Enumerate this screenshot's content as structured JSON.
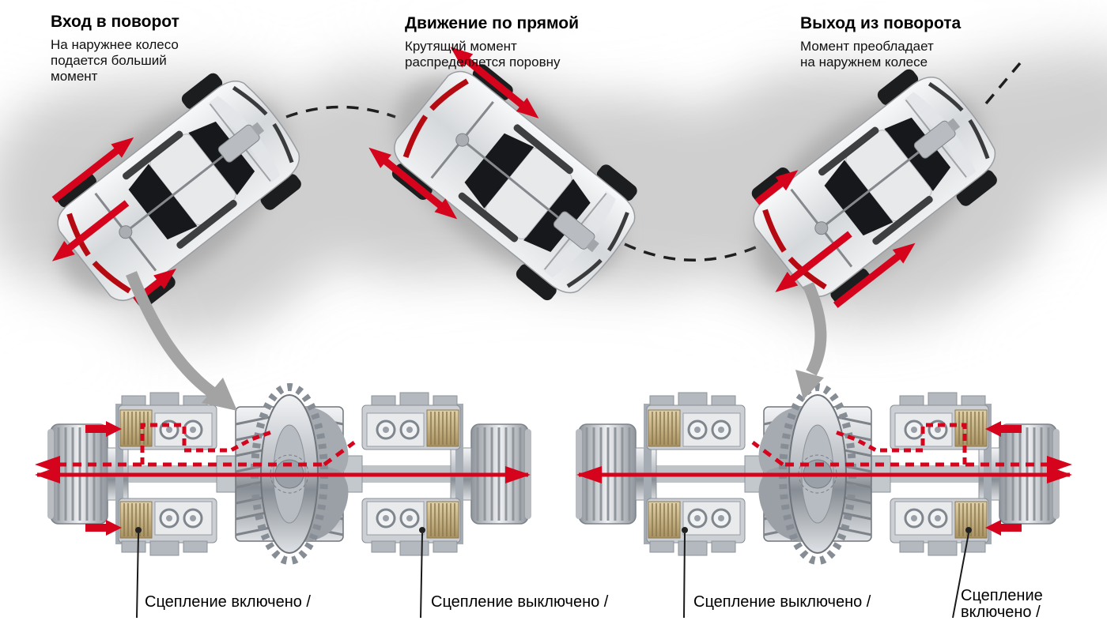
{
  "figure": {
    "panels": [
      {
        "id": "entry",
        "heading": "Вход в поворот",
        "body": "На наружнее колесо\nподается больший\nмомент"
      },
      {
        "id": "straight",
        "heading": "Движение по прямой",
        "body": "Крутящий момент\nраспределяется поровну"
      },
      {
        "id": "exit",
        "heading": "Выход из поворота",
        "body": "Момент преобладает\nна наружнем колесе"
      }
    ],
    "clutch_labels": [
      {
        "diff": "left",
        "position": "left",
        "text": "Сцепление включено /"
      },
      {
        "diff": "left",
        "position": "right",
        "text": "Сцепление выключено /"
      },
      {
        "diff": "right",
        "position": "left",
        "text": "Сцепление выключено /"
      },
      {
        "diff": "right",
        "position": "right",
        "text": "Сцепление\nвключено /"
      }
    ],
    "colors": {
      "accent_red": "#d6031c",
      "dark_red_taillight": "#b50a12",
      "gray_arrow": "#a3a3a3",
      "road_gray": "#cfcfcf",
      "dash_black": "#1e1e1e",
      "metal_light": "#f2f3f5",
      "metal_mid": "#b9bec4",
      "metal_dark": "#878d94",
      "clutch_gold": "#c9b183",
      "glass_dark": "#17181b"
    }
  }
}
